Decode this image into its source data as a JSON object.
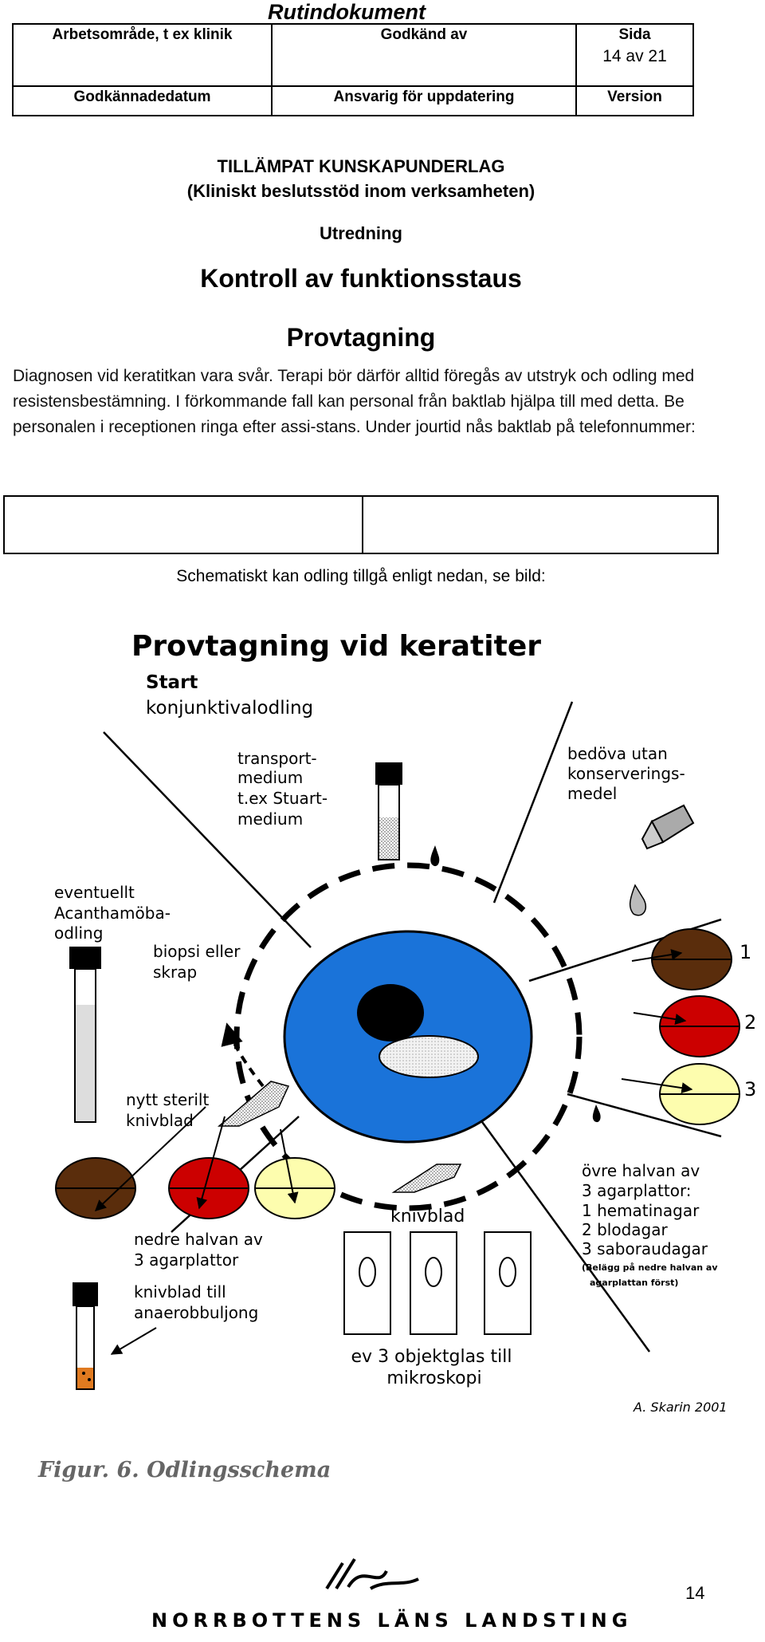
{
  "document": {
    "title": "Rutindokument",
    "header": {
      "row1": {
        "area_label": "Arbetsområde, t ex klinik",
        "approved_by_label": "Godkänd av",
        "page_label": "Sida",
        "page_value": "14 av 21"
      },
      "row2": {
        "approval_date_label": "Godkännadedatum",
        "responsible_label": "Ansvarig för uppdatering",
        "version_label": "Version"
      }
    },
    "section_title_line1": "TILLÄMPAT KUNSKAPUNDERLAG",
    "section_title_line2": "(Kliniskt beslutsstöd inom verksamheten)",
    "subheading": "Utredning",
    "main_heading": "Kontroll av funktionsstaus",
    "sub_main_heading": "Provtagning",
    "paragraph": "Diagnosen vid keratitkan vara svår. Terapi bör därför alltid föregås av utstryk och odling med resistensbestämning. I förkommande fall kan personal från baktlab hjälpa till med detta. Be personalen i receptionen ringa efter assi-stans. Under jourtid nås baktlab på telefonnummer:",
    "schema_intro": "Schematiskt kan odling tillgå enligt nedan, se bild:"
  },
  "figure": {
    "title": "Provtagning vid  keratiter",
    "start": "Start",
    "start_sub": "konjunktivalodling",
    "transport": [
      "transport-",
      "medium",
      "t.ex Stuart-",
      "medium"
    ],
    "anaesthetic": [
      "bedöva utan",
      "konserverings-",
      "medel"
    ],
    "acanthamoeba": [
      "eventuellt",
      "Acanthamöba-",
      "odling"
    ],
    "biopsy": [
      "biopsi eller",
      "skrap"
    ],
    "plate_numbers": [
      "1",
      "2",
      "3"
    ],
    "new_blade": [
      "nytt sterilt",
      "knivblad"
    ],
    "knife_blade": "knivblad",
    "upper_half": [
      "övre halvan av",
      "3 agarplattor:",
      "1 hematinagar",
      "2 blodagar",
      "3 saboraudagar"
    ],
    "upper_half_note": [
      "(Belägg på nedre halvan av",
      "agarplattan först)"
    ],
    "lower_half": [
      "nedre halvan av",
      "3 agarplattor"
    ],
    "blade_to_broth": [
      "knivblad till",
      "anaerobbuljong"
    ],
    "slides": [
      "ev 3 objektglas till",
      "mikroskopi"
    ],
    "author": "A. Skarin 2001",
    "caption": "Figur. 6. Odlingsschema",
    "colors": {
      "cornea": "#1a73d9",
      "hematin_plate": "#5a2d0c",
      "blood_plate": "#cc0000",
      "sabouraud_plate": "#fdfdae"
    }
  },
  "footer": {
    "organization": "NORRBOTTENS LÄNS LANDSTING",
    "page_number": "14"
  }
}
